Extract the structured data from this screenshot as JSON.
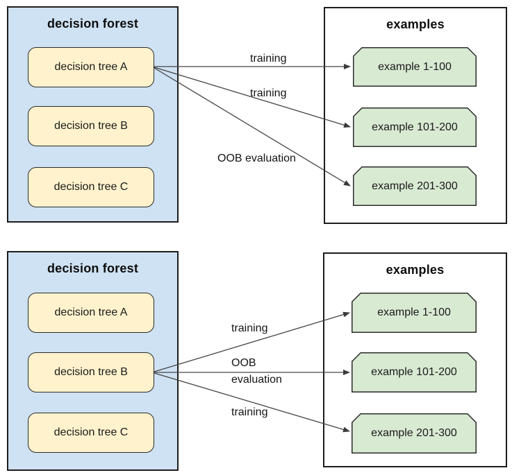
{
  "diagram": {
    "description": "Out-of-bag (OOB) evaluation diagram: decision forest trees mapped to example subsets",
    "colors": {
      "forest_fill": "#cfe2f3",
      "tree_fill": "#fff2cc",
      "example_fill": "#d9ead3",
      "box_border": "#1c1c1c",
      "node_border": "#2b2b2b",
      "arrow": "#444444"
    },
    "panels": [
      {
        "forest": {
          "title": "decision forest",
          "trees": [
            "decision tree A",
            "decision tree B",
            "decision tree C"
          ]
        },
        "examples": {
          "title": "examples",
          "items": [
            "example 1-100",
            "example 101-200",
            "example 201-300"
          ]
        },
        "source_tree": "decision tree A",
        "arrow_labels": [
          "training",
          "training",
          "OOB evaluation"
        ]
      },
      {
        "forest": {
          "title": "decision forest",
          "trees": [
            "decision tree A",
            "decision tree B",
            "decision tree C"
          ]
        },
        "examples": {
          "title": "examples",
          "items": [
            "example 1-100",
            "example 101-200",
            "example 201-300"
          ]
        },
        "source_tree": "decision tree B",
        "arrow_labels": [
          "training",
          "OOB evaluation",
          "training"
        ]
      }
    ]
  }
}
